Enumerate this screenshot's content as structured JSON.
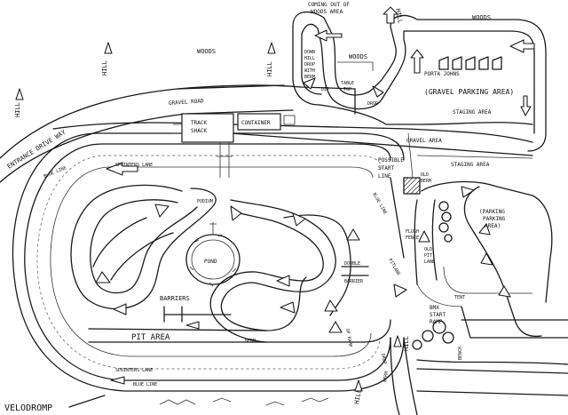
{
  "labels": {
    "woods_top": "WOODS",
    "woods_mid": "WOODS",
    "woods_right": "WOODS",
    "hill_top": "HILL",
    "hill_left": "HILL",
    "hill_mid": "HILL",
    "hill_bottom": "HILL",
    "hill_right": "HILL",
    "hill_far_right": "HILL",
    "coming_out_1": "COMING OUT OF",
    "coming_out_2": "WOODS AREA",
    "entrance": "ENTRANCE DRIVE WAY",
    "gravel_road": "GRAVEL ROAD",
    "track_shack_1": "TRACK",
    "track_shack_2": "SHACK",
    "container": "CONTAINER",
    "porta_johns": "PORTA JOHNS",
    "gravel_parking": "(GRAVEL PARKING AREA)",
    "staging_area_top": "STAGING AREA",
    "staging_area_mid": "STAGING AREA",
    "gravel_area": "GRAVEL AREA",
    "possible_1": "POSSIBLE",
    "possible_2": "START",
    "possible_3": "LINE",
    "old_berm_1": "OLD",
    "old_berm_2": "BERM",
    "table_top_1": "TABLE",
    "table_top_2": "TOP",
    "dip": "DIP",
    "drop": "DROP",
    "down_hill_1": "DOWN",
    "down_hill_2": "HILL",
    "down_hill_3": "DROP",
    "down_hill_4": "WITH",
    "down_hill_5": "BERM",
    "pond": "POND",
    "barriers": "BARRIERS",
    "pit_area": "PIT AREA",
    "double_barrier_1": "DOUBLE",
    "double_barrier_2": "BARRIER",
    "flush_fence_1": "FLUSH",
    "flush_fence_2": "FENCE",
    "old_pit_1": "OLD",
    "old_pit_2": "PIT",
    "old_pit_3": "LANE",
    "parking_1": "(PARKING",
    "parking_2": "PARKING",
    "parking_3": "AREA)",
    "bmx_1": "BMX",
    "bmx_2": "START",
    "bmx_3": "RAMP",
    "berm_left": "BERM",
    "berm_bottom": "BERM",
    "sprinters_top": "SPRINTERS LANE",
    "sprinters_bottom": "SPRINTERS LANE",
    "blue_line_top": "BLUE LINE",
    "blue_line_bottom": "BLUE LINE",
    "blue_line_right": "BLUE LINE",
    "pitlane_right": "PITLANE",
    "up_ramp": "UP RAMP",
    "drop_mid": "DROP",
    "velodrome": "VELODROMP",
    "podium": "PODIUM",
    "tent": "TENT",
    "bench": "BENCH"
  }
}
